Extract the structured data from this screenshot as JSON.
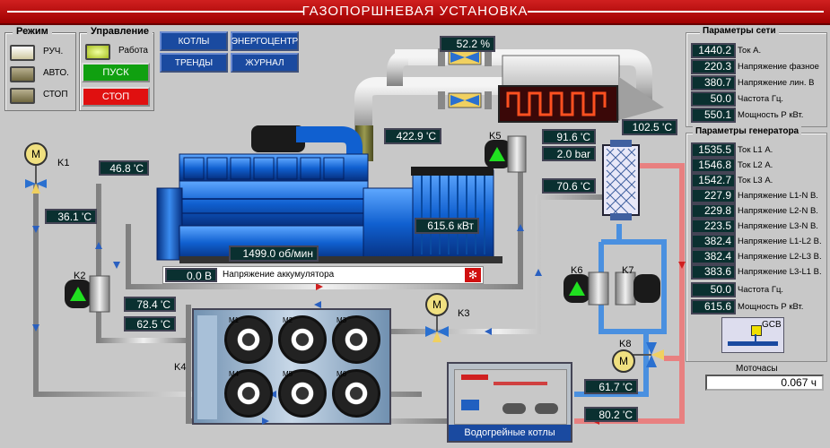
{
  "title": "ГАЗОПОРШНЕВАЯ УСТАНОВКА",
  "mode": {
    "title": "Режим",
    "items": [
      {
        "label": "РУЧ."
      },
      {
        "label": "АВТО."
      },
      {
        "label": "СТОП"
      }
    ]
  },
  "control": {
    "title": "Управление",
    "work_label": "Работа",
    "start_label": "ПУСК",
    "stop_label": "СТОП"
  },
  "nav": {
    "boilers": "КОТЛЫ",
    "energy": "ЭНЕРГОЦЕНТР",
    "trends": "ТРЕНДЫ",
    "journal": "ЖУРНАЛ"
  },
  "process": {
    "valve_top_pct": "52.2 %",
    "exhaust_temp": "422.9 'C",
    "hx_out_temp": "102.5 'C",
    "k5_temp": "91.6 'C",
    "k5_pressure": "2.0 bar",
    "plate_hx_temp": "70.6 'C",
    "k1_temp": "46.8 'C",
    "left_temp": "36.1 'C",
    "power": "615.6 кВт",
    "rpm": "1499.0 об/мин",
    "battery_value": "0.0 В",
    "battery_label": "Напряжение аккумулятора",
    "k2_temp1": "78.4 'C",
    "k2_temp2": "62.5 'C",
    "k8_temp1": "61.7 'C",
    "k8_temp2": "80.2 'C",
    "boilers_label": "Водогрейные котлы",
    "labels": {
      "k1": "K1",
      "k2": "K2",
      "k3": "K3",
      "k4": "K4",
      "k5": "K5",
      "k6": "K6",
      "k7": "K7",
      "k8": "K8"
    },
    "fans": [
      "M1",
      "M2",
      "M3",
      "M4",
      "M5",
      "M6"
    ],
    "motor_symbol": "M"
  },
  "network": {
    "title": "Параметры сети",
    "rows": [
      {
        "value": "1440.2",
        "label": "Ток А."
      },
      {
        "value": "220.3",
        "label": "Напряжение фазное"
      },
      {
        "value": "380.7",
        "label": "Напряжение лин. В"
      },
      {
        "value": "50.0",
        "label": "Частота Гц."
      },
      {
        "value": "550.1",
        "label": "Мощность Р кВт."
      }
    ]
  },
  "generator": {
    "title": "Параметры генератора",
    "rows": [
      {
        "value": "1535.5",
        "label": "Ток L1 А."
      },
      {
        "value": "1546.8",
        "label": "Ток L2 А."
      },
      {
        "value": "1542.7",
        "label": "Ток L3 А."
      },
      {
        "value": "227.9",
        "label": "Напряжение L1-N В."
      },
      {
        "value": "229.8",
        "label": "Напряжение L2-N В."
      },
      {
        "value": "223.5",
        "label": "Напряжение L3-N В."
      },
      {
        "value": "382.4",
        "label": "Напряжение L1-L2 В."
      },
      {
        "value": "382.4",
        "label": "Напряжение L2-L3 В."
      },
      {
        "value": "383.6",
        "label": "Напряжение L3-L1 В."
      },
      {
        "value": "50.0",
        "label": "Частота Гц."
      },
      {
        "value": "615.6",
        "label": "Мощность Р кВт."
      }
    ]
  },
  "gcb_label": "GCB",
  "motohours": {
    "title": "Моточасы",
    "value": "0.067 ч"
  },
  "colors": {
    "title_bar": "#b01010",
    "value_bg": "#0a3030",
    "engine": "#1060d0",
    "hot_pipe": "#e88080",
    "cold_pipe": "#4a90e0",
    "start": "#10a010",
    "stop": "#e01010",
    "nav": "#1a4aa0"
  }
}
